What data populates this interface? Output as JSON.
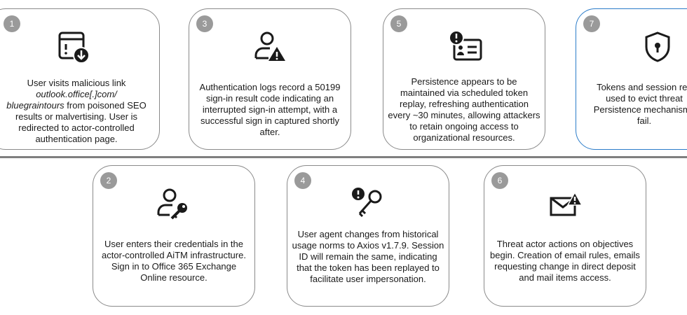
{
  "steps": [
    {
      "n": "1",
      "icon": "browser-download-icon",
      "text_a": "User visits malicious link",
      "text_link": "outlook.office[.]com/\nbluegraintours",
      "text_b": " from poisoned SEO results or malvertising. User is redirected to actor-controlled authentication page."
    },
    {
      "n": "2",
      "icon": "user-key-icon",
      "text": "User enters their credentials in the actor-controlled AiTM infrastructure. Sign in to Office 365 Exchange Online resource."
    },
    {
      "n": "3",
      "icon": "user-warning-icon",
      "text": "Authentication logs record a 50199 sign-in result code indicating an interrupted sign-in attempt, with a successful sign in captured shortly after."
    },
    {
      "n": "4",
      "icon": "key-alert-icon",
      "text": "User agent changes from historical usage norms to Axios v1.7.9. Session ID will remain the same, indicating that the token has been replayed to facilitate user impersonation."
    },
    {
      "n": "5",
      "icon": "id-card-alert-icon",
      "text": "Persistence appears to be maintained via scheduled token replay, refreshing authentication every ~30 minutes, allowing attackers to retain ongoing access to organizational resources."
    },
    {
      "n": "6",
      "icon": "mail-warning-icon",
      "text": "Threat actor actions on objectives begin. Creation of email rules, emails requesting change in direct deposit and mail items access."
    },
    {
      "n": "7",
      "icon": "shield-lock-icon",
      "text": "Tokens and session rev\nused to evict threat\nPersistence mechanisms\nfail."
    }
  ]
}
